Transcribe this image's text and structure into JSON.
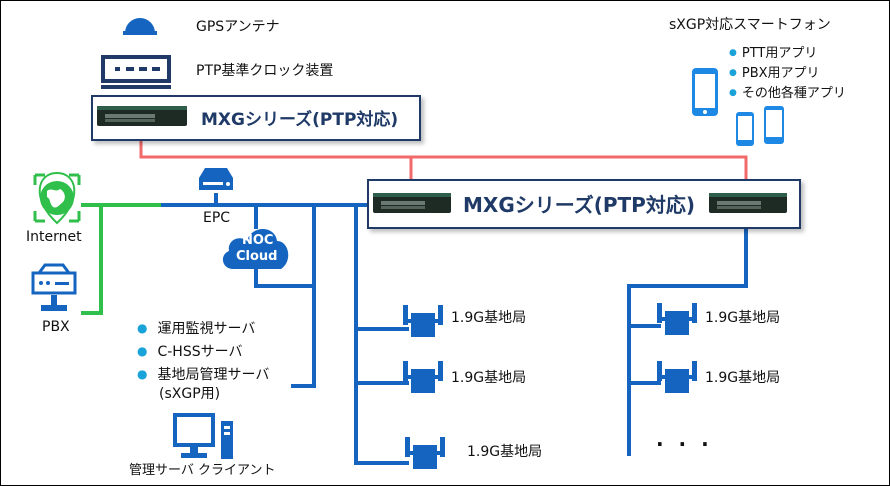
{
  "top": {
    "gps_label": "GPSアンテナ",
    "ptp_clock_label": "PTP基準クロック装置",
    "mxg_top_label": "MXGシリーズ(PTP対応)",
    "mxg_main_label": "MXGシリーズ(PTP対応)"
  },
  "smartphone": {
    "title": "sXGP対応スマートフォン",
    "apps": [
      "PTT用アプリ",
      "PBX用アプリ",
      "その他各種アプリ"
    ]
  },
  "left": {
    "internet_label": "Internet",
    "pbx_label": "PBX",
    "epc_label": "EPC",
    "noc_line1": "NOC",
    "noc_line2": "Cloud"
  },
  "servers": {
    "items": [
      "運用監視サーバ",
      "C-HSSサーバ",
      "基地局管理サーバ"
    ],
    "item3_sub": "(sXGP用)",
    "client_label": "管理サーバ クライアント"
  },
  "base_stations": {
    "left": [
      "1.9G基地局",
      "1.9G基地局",
      "1.9G基地局"
    ],
    "right": [
      "1.9G基地局",
      "1.9G基地局"
    ],
    "ellipsis": ". . ."
  },
  "colors": {
    "network_blue": "#1565c0",
    "internet_green": "#2fbf4a",
    "ptp_red": "#f06a6a",
    "box_border": "#1f3a66",
    "bullet": "#1aa3d9"
  }
}
